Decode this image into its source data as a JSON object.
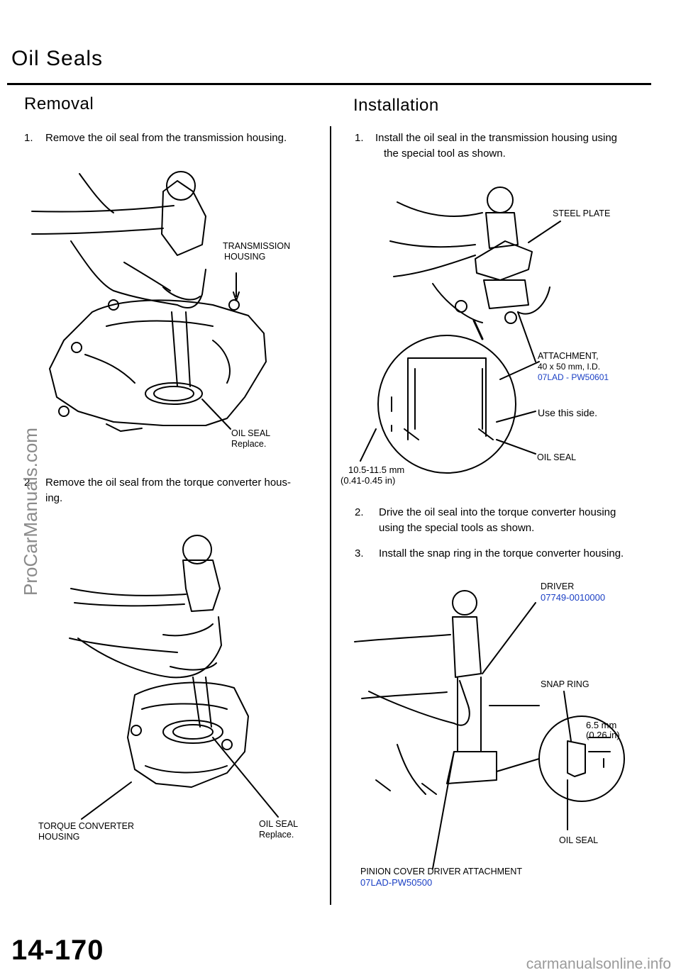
{
  "page_title": "Oil Seals",
  "removal": {
    "heading": "Removal",
    "step1": {
      "num": "1.",
      "text": "Remove the oil seal from the transmission housing."
    },
    "fig1": {
      "housing_label": [
        "TRANSMISSION",
        "HOUSING"
      ],
      "seal_label": [
        "OIL SEAL",
        "Replace."
      ]
    },
    "step2": {
      "num": "2.",
      "line1": "Remove the oil seal from the torque converter hous-",
      "line2": "ing."
    },
    "fig2": {
      "housing_label": [
        "TORQUE CONVERTER",
        "HOUSING"
      ],
      "seal_label": [
        "OIL SEAL",
        "Replace."
      ]
    }
  },
  "installation": {
    "heading": "Installation",
    "step1": {
      "num": "1.",
      "line1": "Install the oil seal in the transmission housing using",
      "line2": "the special tool as shown."
    },
    "fig1": {
      "steel_plate": "STEEL PLATE",
      "attachment": [
        "ATTACHMENT,",
        "40 x 50 mm, I.D.",
        "07LAD - PW50601"
      ],
      "use_side": "Use this side.",
      "oil_seal": "OIL SEAL",
      "dimension": [
        "10.5-11.5 mm",
        "(0.41-0.45 in)"
      ]
    },
    "step2": {
      "num": "2.",
      "line1": "Drive the oil seal into the torque converter housing",
      "line2": "using the special tools as shown."
    },
    "step3": {
      "num": "3.",
      "text": "Install the snap ring in the torque converter housing."
    },
    "fig2": {
      "driver": [
        "DRIVER",
        "07749-0010000"
      ],
      "snap_ring": "SNAP RING",
      "dimension": [
        "6.5 mm",
        "(0.26 in)"
      ],
      "oil_seal": "OIL SEAL",
      "pinion": [
        "PINION COVER DRIVER ATTACHMENT",
        "07LAD-PW50500"
      ]
    }
  },
  "page_number": "14-170",
  "watermark_side": "ProCarManuals.com",
  "watermark_footer": "carmanualsonline.info",
  "colors": {
    "part_number_blue": "#1a3fc4"
  }
}
